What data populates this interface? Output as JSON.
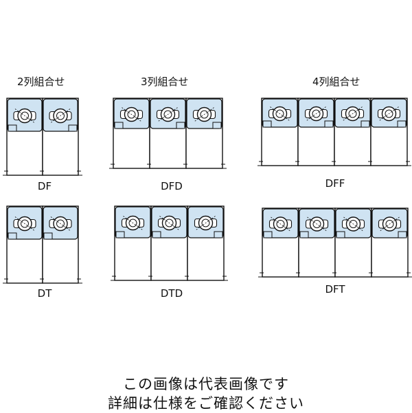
{
  "groups": [
    {
      "title": "2列組合せ"
    },
    {
      "title": "3列組合せ"
    },
    {
      "title": "4列組合せ"
    }
  ],
  "arrangements": [
    {
      "code": "DF"
    },
    {
      "code": "DFD"
    },
    {
      "code": "DFF"
    },
    {
      "code": "DT"
    },
    {
      "code": "DTD"
    },
    {
      "code": "DFT"
    }
  ],
  "colors": {
    "ring_fill": "#cfe3f2",
    "line": "#111111"
  },
  "notice": {
    "line1": "この画像は代表画像です",
    "line2": "詳細は仕様をご確認ください"
  }
}
